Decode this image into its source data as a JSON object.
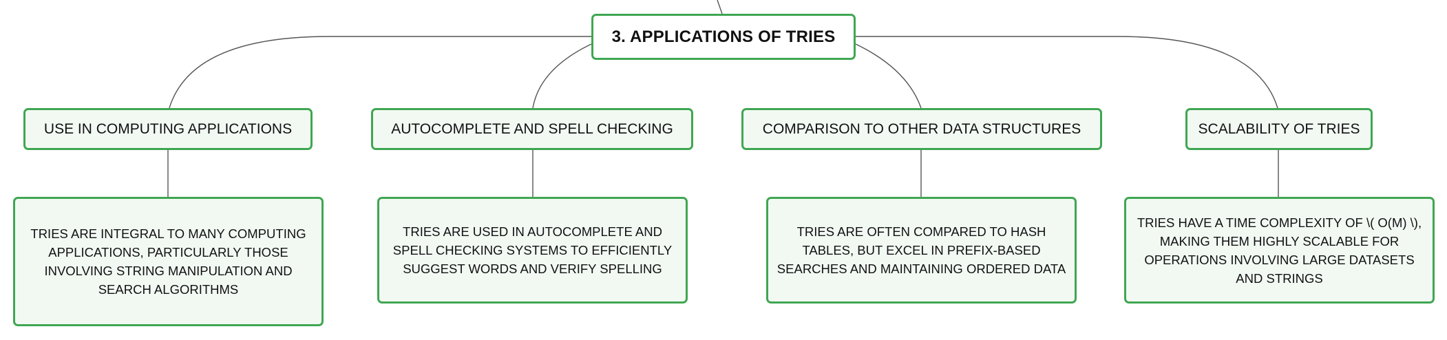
{
  "root": {
    "label": "3. APPLICATIONS OF TRIES"
  },
  "branches": [
    {
      "label": "USE IN COMPUTING APPLICATIONS",
      "detail": "TRIES ARE INTEGRAL TO MANY COMPUTING APPLICATIONS, PARTICULARLY THOSE INVOLVING STRING MANIPULATION AND SEARCH ALGORITHMS"
    },
    {
      "label": "AUTOCOMPLETE AND SPELL CHECKING",
      "detail": "TRIES ARE USED IN AUTOCOMPLETE AND SPELL CHECKING SYSTEMS TO EFFICIENTLY SUGGEST WORDS AND VERIFY SPELLING"
    },
    {
      "label": "COMPARISON TO OTHER DATA STRUCTURES",
      "detail": "TRIES ARE OFTEN COMPARED TO HASH TABLES, BUT EXCEL IN PREFIX-BASED SEARCHES AND MAINTAINING ORDERED DATA"
    },
    {
      "label": "SCALABILITY OF TRIES",
      "detail": "TRIES HAVE A TIME COMPLEXITY OF \\( O(M) \\), MAKING THEM HIGHLY SCALABLE FOR OPERATIONS INVOLVING LARGE DATASETS AND STRINGS"
    }
  ],
  "colors": {
    "node_border": "#3fa652",
    "node_fill": "#f2f9f3",
    "connector": "#555555"
  }
}
